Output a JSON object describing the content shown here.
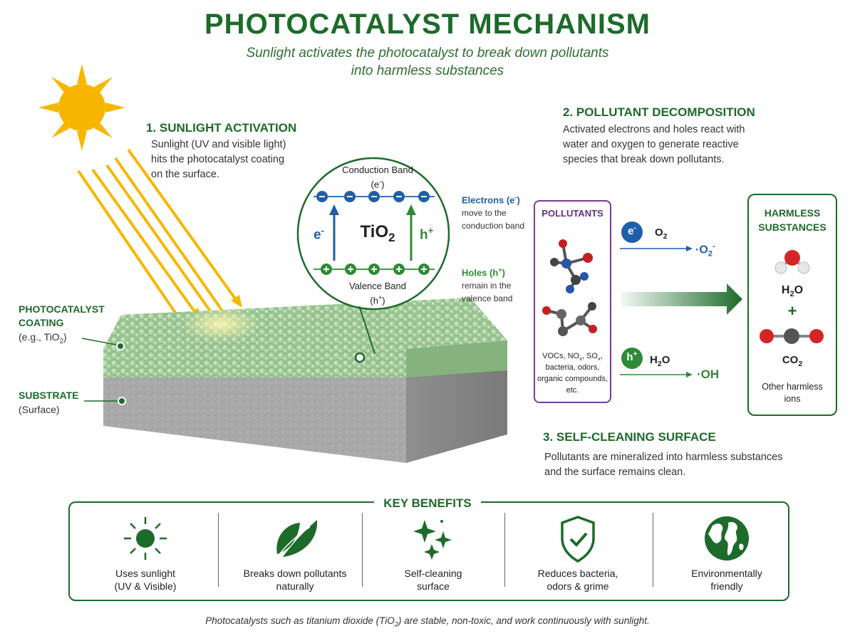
{
  "header": {
    "title": "PHOTOCATALYST MECHANISM",
    "subtitle_line1": "Sunlight activates the photocatalyst to break down pollutants",
    "subtitle_line2": "into harmless substances"
  },
  "step1": {
    "title": "1. SUNLIGHT ACTIVATION",
    "text_line1": "Sunlight (UV and visible light)",
    "text_line2": "hits the photocatalyst coating",
    "text_line3": "on the surface."
  },
  "step2": {
    "title": "2. POLLUTANT DECOMPOSITION",
    "text_line1": "Activated electrons and holes react with",
    "text_line2": "water and oxygen to generate reactive",
    "text_line3": "species that break down pollutants."
  },
  "step3": {
    "title": "3. SELF-CLEANING SURFACE",
    "text_line1": "Pollutants are mineralized into harmless substances",
    "text_line2": "and the surface remains clean."
  },
  "layers": {
    "coating_line1": "PHOTOCATALYST",
    "coating_line2": "COATING",
    "coating_example_prefix": "(e.g., TiO",
    "coating_example_sub": "2",
    "coating_example_suffix": ")",
    "substrate_title": "SUBSTRATE",
    "substrate_text": "(Surface)"
  },
  "bands": {
    "conduction_label": "Conduction Band",
    "conduction_symbol": "e",
    "conduction_symbol_sup": "-",
    "valence_label": "Valence Band",
    "valence_symbol": "h",
    "valence_symbol_sup": "+",
    "material": "TiO",
    "material_sub": "2",
    "electron_label": "e",
    "electron_sup": "-",
    "hole_label": "h",
    "hole_sup": "+"
  },
  "notes": {
    "electrons_title_prefix": "Electrons (e",
    "electrons_title_sup": "-",
    "electrons_title_suffix": ")",
    "electrons_line1": "move to the",
    "electrons_line2": "conduction band",
    "holes_title_prefix": "Holes (h",
    "holes_title_sup": "+",
    "holes_title_suffix": ")",
    "holes_line1": "remain in the",
    "holes_line2": "valence band"
  },
  "pollutants": {
    "title": "POLLUTANTS",
    "line1_a": "VOCs, NO",
    "line1_b": "x",
    "line1_c": ", SO",
    "line1_d": "x",
    "line1_e": ",",
    "line2": "bacteria, odors,",
    "line3": "organic compounds,",
    "line4": "etc."
  },
  "reactions": {
    "electron_badge": "e",
    "electron_badge_sup": "-",
    "o2": "O",
    "o2_sub": "2",
    "superoxide_dot": "·",
    "superoxide": "O",
    "superoxide_sub": "2",
    "superoxide_sup": "-",
    "hole_badge": "h",
    "hole_badge_sup": "+",
    "water": "H",
    "water_sub": "2",
    "water_end": "O",
    "hydroxyl": "·OH"
  },
  "harmless": {
    "title_line1": "HARMLESS",
    "title_line2": "SUBSTANCES",
    "water": "H",
    "water_sub": "2",
    "water_end": "O",
    "plus": "+",
    "co2": "CO",
    "co2_sub": "2",
    "other_line1": "Other harmless",
    "other_line2": "ions"
  },
  "benefits": {
    "title": "KEY BENEFITS",
    "items": [
      {
        "line1": "Uses sunlight",
        "line2": "(UV & Visible)",
        "icon": "sun-icon"
      },
      {
        "line1": "Breaks down pollutants",
        "line2": "naturally",
        "icon": "leaf-icon"
      },
      {
        "line1": "Self-cleaning",
        "line2": "surface",
        "icon": "sparkle-icon"
      },
      {
        "line1": "Reduces bacteria,",
        "line2": "odors & grime",
        "icon": "shield-check-icon"
      },
      {
        "line1": "Environmentally",
        "line2": "friendly",
        "icon": "globe-icon"
      }
    ]
  },
  "footer": {
    "prefix": "Photocatalysts such as titanium dioxide (TiO",
    "sub": "2",
    "suffix": ") are stable, non-toxic, and work continuously with sunlight."
  },
  "colors": {
    "brand_green": "#1d6b2a",
    "electron_blue": "#1f5fa8",
    "hole_green": "#2f8a36",
    "pollutant_purple": "#7a3a94",
    "sun_yellow": "#f5b800",
    "coating_green": "#a9cfa0",
    "substrate_gray": "#a6a6a6"
  }
}
